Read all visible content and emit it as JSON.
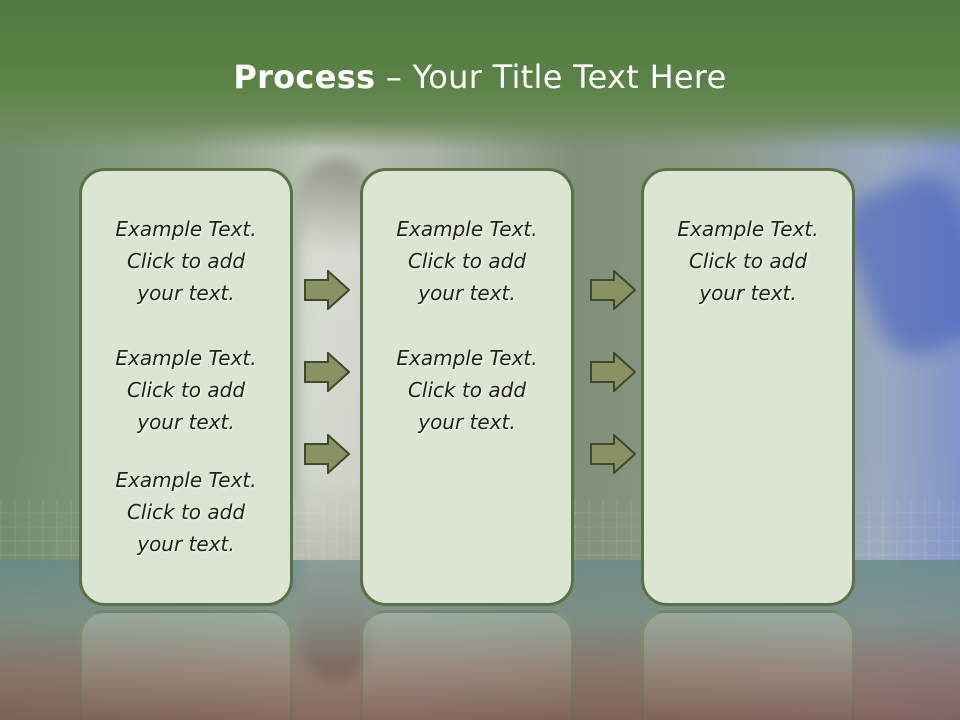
{
  "title": {
    "bold": "Process",
    "rest": " – Your Title Text Here"
  },
  "panels": [
    {
      "texts": [
        [
          "Example Text.",
          "Click  to add",
          "your text."
        ],
        [
          "Example Text.",
          "Click  to add",
          "your text."
        ],
        [
          "Example Text.",
          "Click  to add",
          "your text."
        ]
      ]
    },
    {
      "texts": [
        [
          "Example Text.",
          "Click  to add",
          "your text."
        ],
        [
          "Example Text.",
          "Click  to add",
          "your text."
        ]
      ]
    },
    {
      "texts": [
        [
          "Example Text.",
          "Click  to add",
          "your text."
        ]
      ]
    }
  ],
  "colors": {
    "title_band": "#5b8247",
    "panel_fill": "#dce5d3",
    "panel_border": "#5c7045",
    "arrow_fill": "#8a9163"
  },
  "icons": [
    "right-arrow-icon"
  ]
}
